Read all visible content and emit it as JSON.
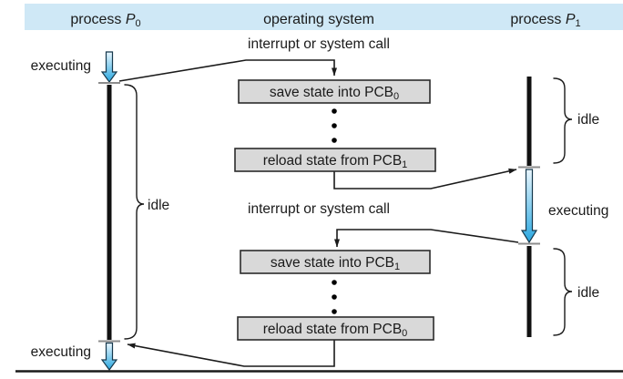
{
  "header": {
    "p0": {
      "prefix": "process ",
      "var": "P",
      "sub": "0"
    },
    "os": "operating system",
    "p1": {
      "prefix": "process ",
      "var": "P",
      "sub": "1"
    }
  },
  "labels": {
    "interrupt_top": "interrupt or system call",
    "interrupt_mid": "interrupt or system call",
    "executing_p0_top": "executing",
    "executing_p0_bottom": "executing",
    "executing_p1": "executing",
    "idle_p0": "idle",
    "idle_p1_top": "idle",
    "idle_p1_bottom": "idle"
  },
  "os_boxes": [
    {
      "text": "save state into PCB",
      "sub": "0"
    },
    {
      "text": "reload state from PCB",
      "sub": "1"
    },
    {
      "text": "save state into PCB",
      "sub": "1"
    },
    {
      "text": "reload state from PCB",
      "sub": "0"
    }
  ],
  "colors": {
    "header_bar": "#cfe8f6",
    "box_fill": "#d9d9d9",
    "box_stroke": "#2b2b2b",
    "arrow_blue": "#28a7e0",
    "arrow_blue_light": "#eaf6fd"
  }
}
